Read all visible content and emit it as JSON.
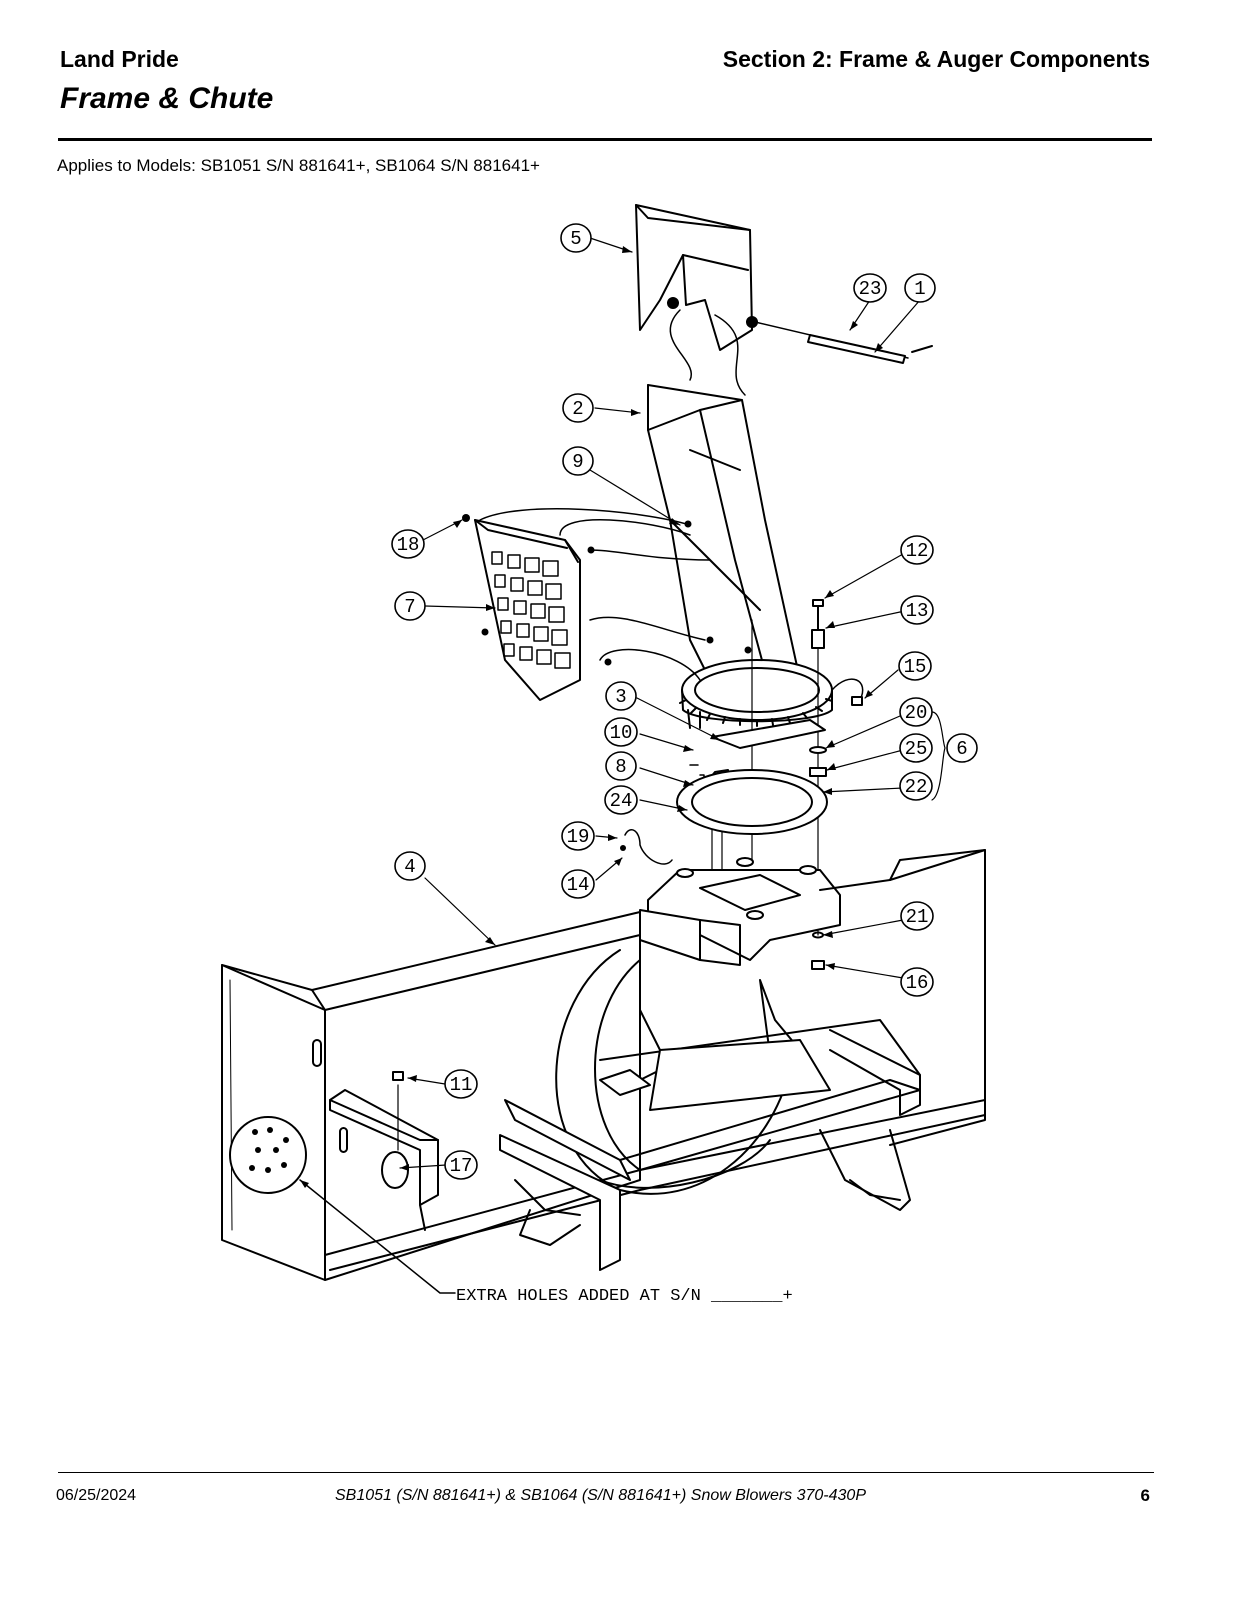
{
  "header": {
    "brand": "Land Pride",
    "section": "Section 2: Frame & Auger Components",
    "title": "Frame & Chute"
  },
  "applies_to": "Applies to Models: SB1051 S/N 881641+, SB1064 S/N 881641+",
  "diagram": {
    "callouts": [
      {
        "id": "c5",
        "label": "5"
      },
      {
        "id": "c23",
        "label": "23"
      },
      {
        "id": "c1",
        "label": "1"
      },
      {
        "id": "c2",
        "label": "2"
      },
      {
        "id": "c9",
        "label": "9"
      },
      {
        "id": "c18",
        "label": "18"
      },
      {
        "id": "c12",
        "label": "12"
      },
      {
        "id": "c7",
        "label": "7"
      },
      {
        "id": "c13",
        "label": "13"
      },
      {
        "id": "c15",
        "label": "15"
      },
      {
        "id": "c3",
        "label": "3"
      },
      {
        "id": "c20",
        "label": "20"
      },
      {
        "id": "c10",
        "label": "10"
      },
      {
        "id": "c25",
        "label": "25"
      },
      {
        "id": "c6",
        "label": "6"
      },
      {
        "id": "c8",
        "label": "8"
      },
      {
        "id": "c22",
        "label": "22"
      },
      {
        "id": "c24",
        "label": "24"
      },
      {
        "id": "c19",
        "label": "19"
      },
      {
        "id": "c14",
        "label": "14"
      },
      {
        "id": "c4",
        "label": "4"
      },
      {
        "id": "c21",
        "label": "21"
      },
      {
        "id": "c16",
        "label": "16"
      },
      {
        "id": "c11",
        "label": "11"
      },
      {
        "id": "c17",
        "label": "17"
      }
    ],
    "note": "EXTRA HOLES ADDED AT S/N _______+"
  },
  "footer": {
    "date": "06/25/2024",
    "doc": "SB1051 (S/N 881641+) & SB1064 (S/N 881641+)  Snow Blowers  370-430P",
    "page": "6"
  }
}
